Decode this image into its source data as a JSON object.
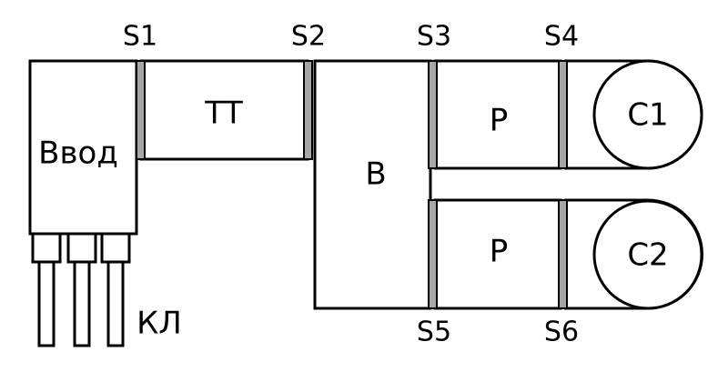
{
  "blocks": {
    "input": "Ввод",
    "tt": "ТТ",
    "b": "В",
    "p_top": "Р",
    "p_bottom": "Р",
    "c1": "С1",
    "c2": "С2",
    "cable": "КЛ"
  },
  "sections": [
    "S1",
    "S2",
    "S3",
    "S4",
    "S5",
    "S6"
  ],
  "colors": {
    "stroke": "#000000",
    "separator": "#a6a6a6",
    "background": "#ffffff"
  }
}
